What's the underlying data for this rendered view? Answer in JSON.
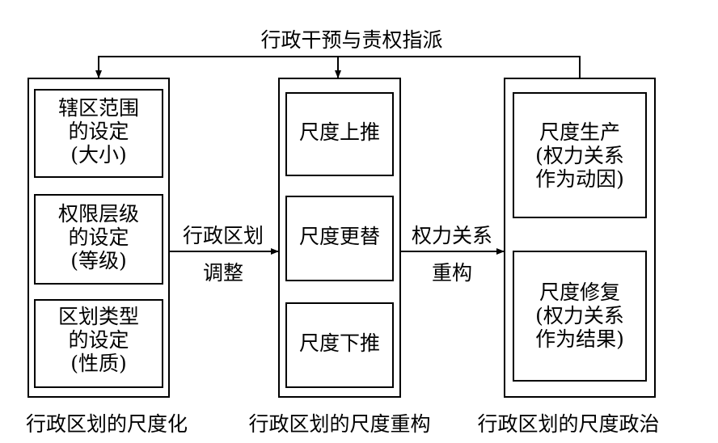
{
  "feedback_label": "行政干预与责权指派",
  "columns": [
    {
      "caption": "行政区划的尺度化",
      "items": [
        "辖区范围\n的设定\n(大小)",
        "权限层级\n的设定\n(等级)",
        "区划类型\n的设定\n(性质)"
      ]
    },
    {
      "caption": "行政区划的尺度重构",
      "items": [
        "尺度上推",
        "尺度更替",
        "尺度下推"
      ]
    },
    {
      "caption": "行政区划的尺度政治",
      "items": [
        "尺度生产\n(权力关系\n作为动因)",
        "尺度修复\n(权力关系\n作为结果)"
      ]
    }
  ],
  "arrows": {
    "left_to_middle": {
      "line1": "行政区划",
      "line2": "调整"
    },
    "middle_to_right": {
      "line1": "权力关系",
      "line2": "重构"
    }
  }
}
